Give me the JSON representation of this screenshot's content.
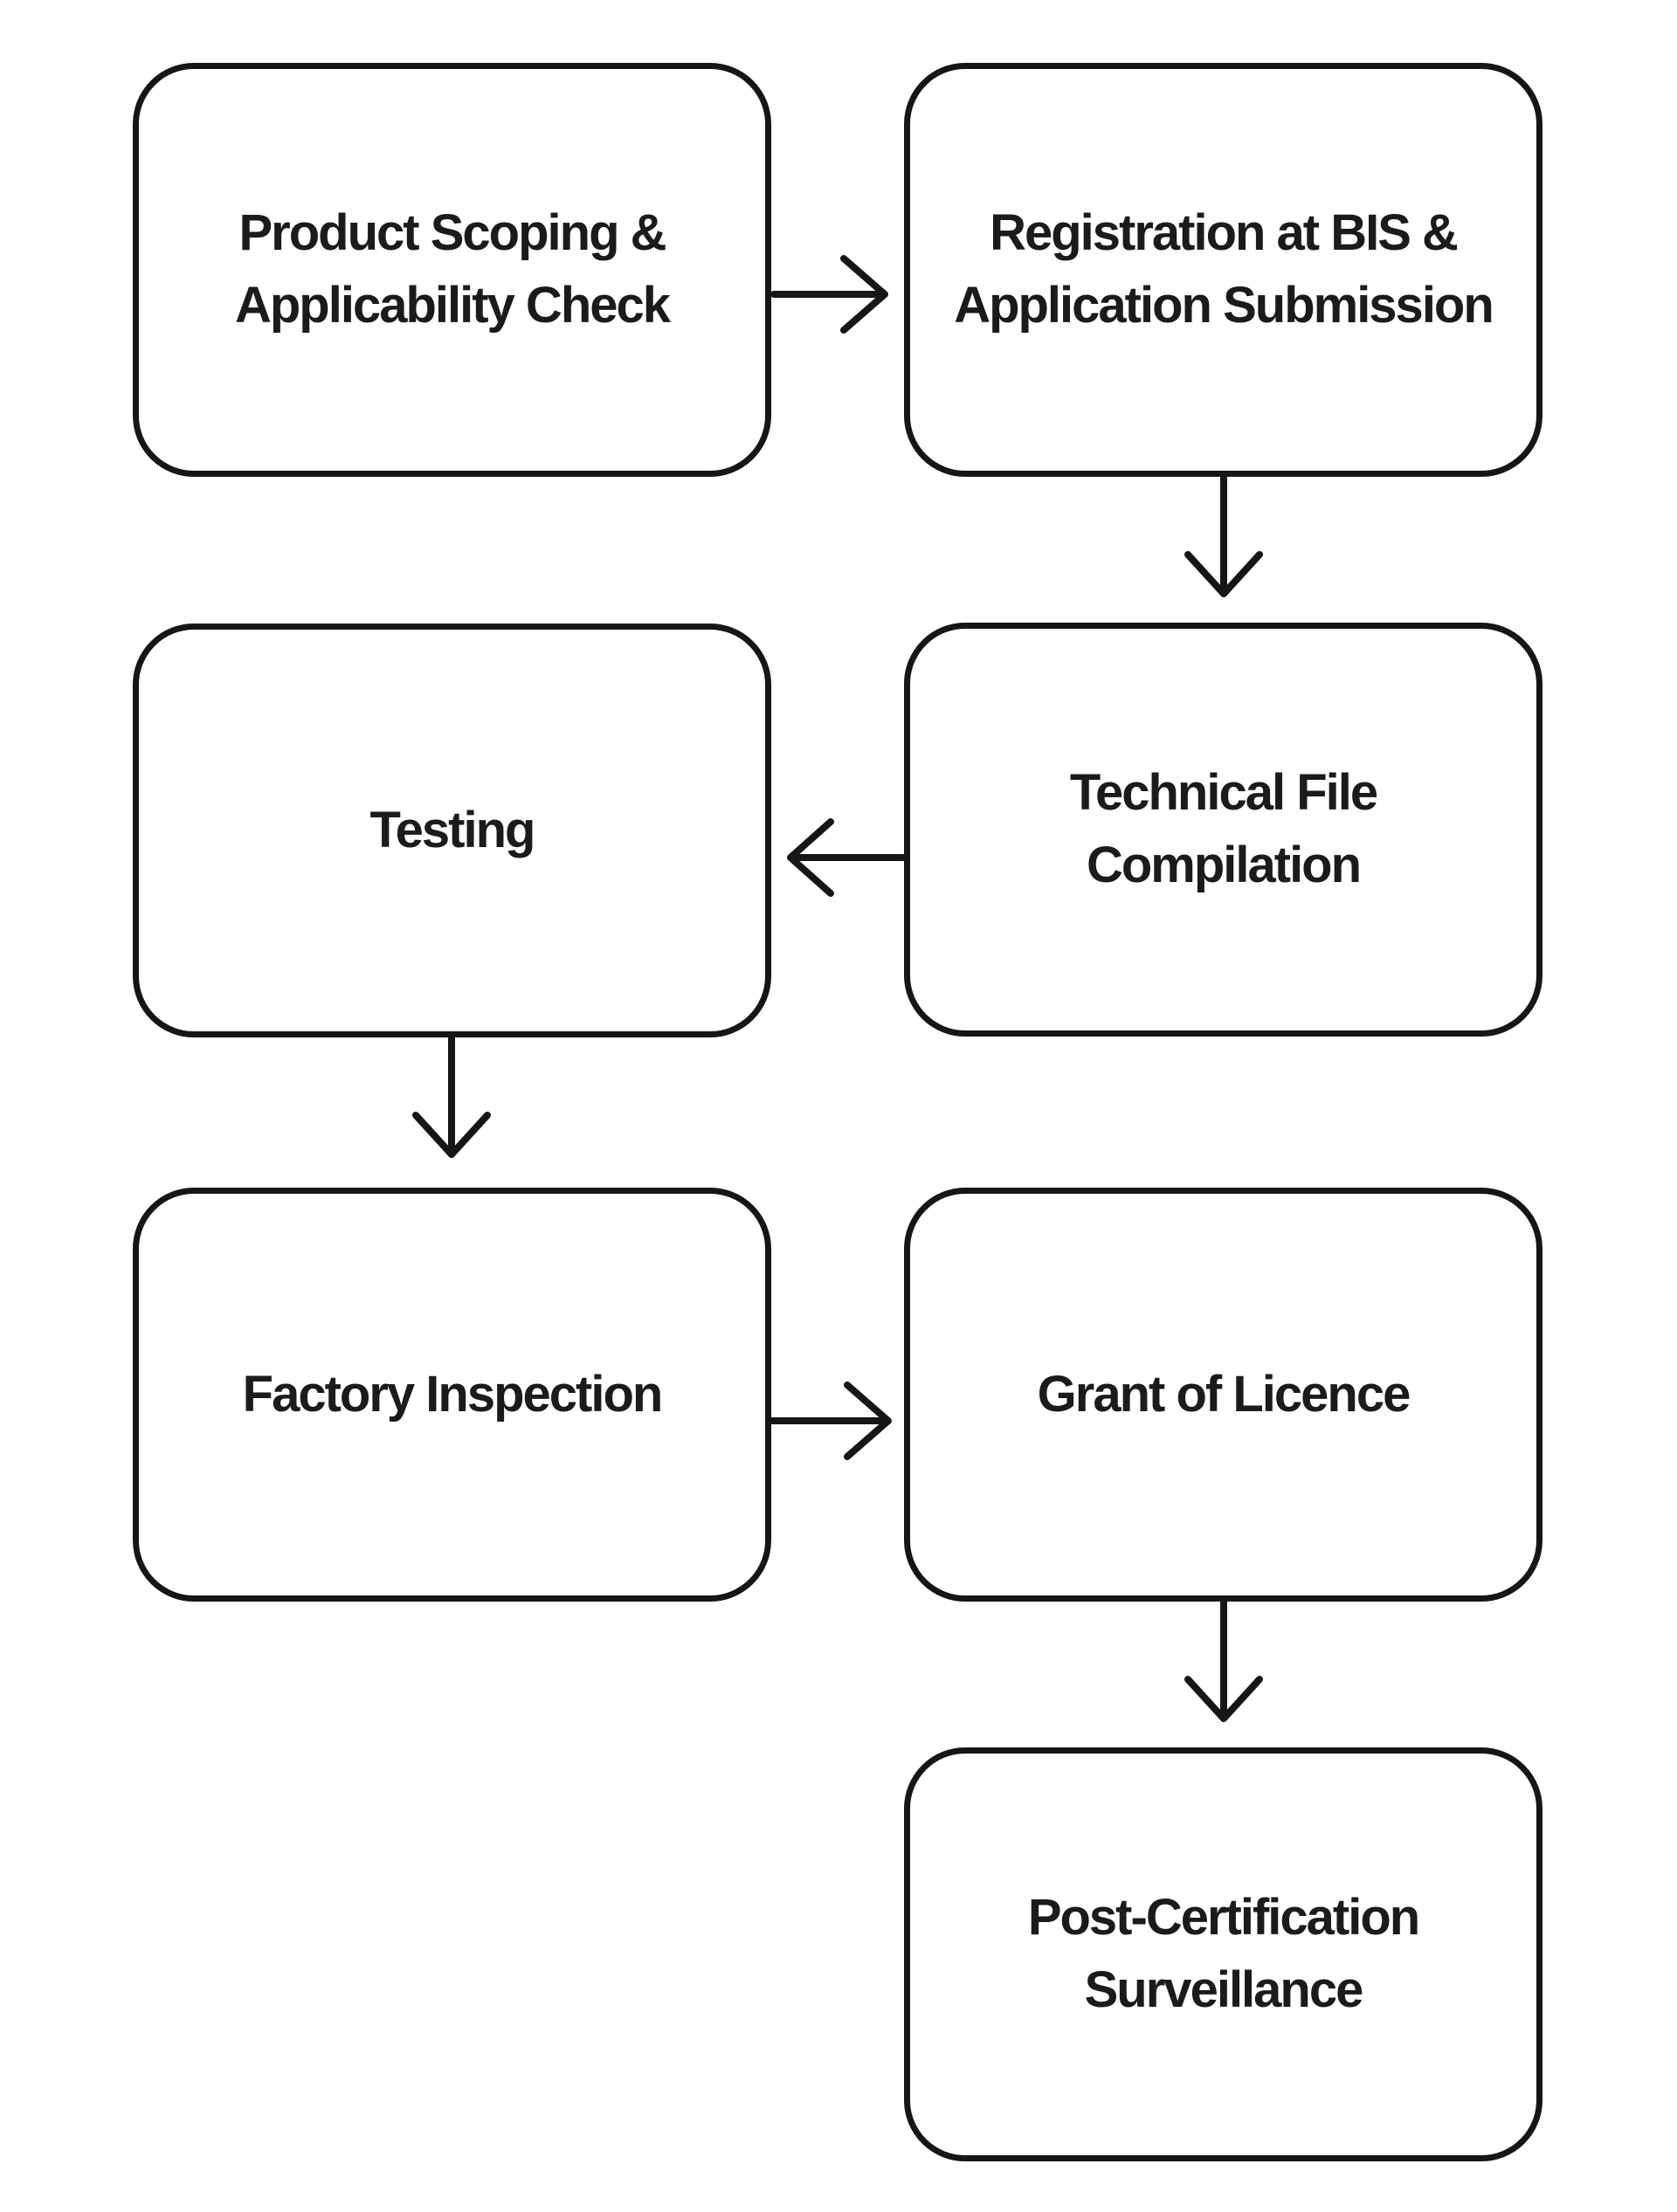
{
  "flowchart": {
    "nodes": [
      {
        "id": "product-scoping",
        "line1": "Product Scoping &",
        "line2": "Applicability Check"
      },
      {
        "id": "registration",
        "line1": "Registration at BIS &",
        "line2": "Application Submission"
      },
      {
        "id": "testing",
        "line1": "Testing",
        "line2": ""
      },
      {
        "id": "technical-file",
        "line1": "Technical File",
        "line2": "Compilation"
      },
      {
        "id": "factory-inspection",
        "line1": "Factory Inspection",
        "line2": ""
      },
      {
        "id": "grant-of-licence",
        "line1": "Grant of Licence",
        "line2": ""
      },
      {
        "id": "post-certification",
        "line1": "Post-Certification",
        "line2": "Surveillance"
      }
    ],
    "edges": [
      {
        "from": "product-scoping",
        "to": "registration",
        "direction": "right"
      },
      {
        "from": "registration",
        "to": "technical-file",
        "direction": "down"
      },
      {
        "from": "technical-file",
        "to": "testing",
        "direction": "left"
      },
      {
        "from": "testing",
        "to": "factory-inspection",
        "direction": "down"
      },
      {
        "from": "factory-inspection",
        "to": "grant-of-licence",
        "direction": "right"
      },
      {
        "from": "grant-of-licence",
        "to": "post-certification",
        "direction": "down"
      }
    ],
    "colors": {
      "stroke": "#161616",
      "text": "#1b1b1b",
      "background": "#ffffff"
    }
  }
}
